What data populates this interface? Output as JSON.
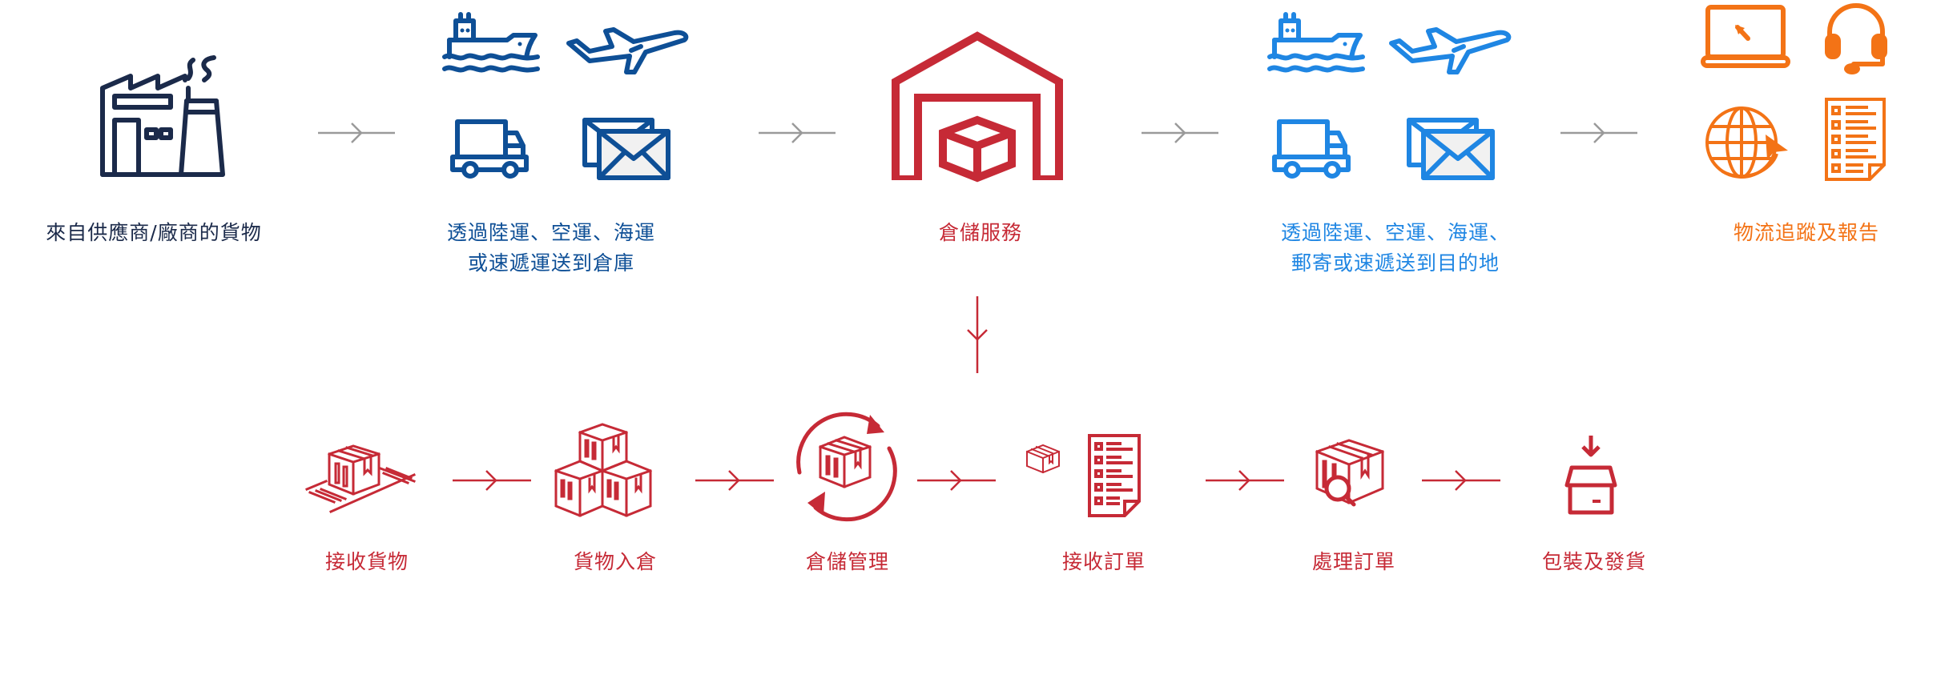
{
  "colors": {
    "source": "#1b2a4a",
    "inbound": "#0e4f96",
    "warehouse": "#c62a36",
    "outbound": "#1f86e3",
    "tracking": "#f37316",
    "connector": "#9a9a9a"
  },
  "top_flow": [
    {
      "id": "source",
      "label": "來自供應商/廠商的貨物",
      "icons": [
        "factory-icon"
      ]
    },
    {
      "id": "inbound",
      "label_lines": [
        "透過陸運、空運、海運",
        "或速遞運送到倉庫"
      ],
      "icons": [
        "ship-icon",
        "plane-icon",
        "truck-icon",
        "envelope-icon"
      ]
    },
    {
      "id": "warehouse",
      "label": "倉儲服務",
      "icons": [
        "warehouse-icon"
      ]
    },
    {
      "id": "outbound",
      "label_lines": [
        "透過陸運、空運、海運、",
        "郵寄或速遞送到目的地"
      ],
      "icons": [
        "ship-icon",
        "plane-icon",
        "truck-icon",
        "envelope-icon"
      ]
    },
    {
      "id": "tracking",
      "label": "物流追蹤及報告",
      "icons": [
        "laptop-icon",
        "headset-icon",
        "globe-icon",
        "report-icon"
      ]
    }
  ],
  "bottom_flow": [
    {
      "id": "receive-goods",
      "label": "接收貨物",
      "icon": "conveyor-box-icon"
    },
    {
      "id": "goods-in",
      "label": "貨物入倉",
      "icon": "stacked-boxes-icon"
    },
    {
      "id": "storage-mgmt",
      "label": "倉儲管理",
      "icon": "cycle-box-icon"
    },
    {
      "id": "receive-order",
      "label": "接收訂單",
      "icon": "order-list-icon"
    },
    {
      "id": "process-order",
      "label": "處理訂單",
      "icon": "inspect-box-icon"
    },
    {
      "id": "pack-ship",
      "label": "包裝及發貨",
      "icon": "open-box-icon"
    }
  ]
}
